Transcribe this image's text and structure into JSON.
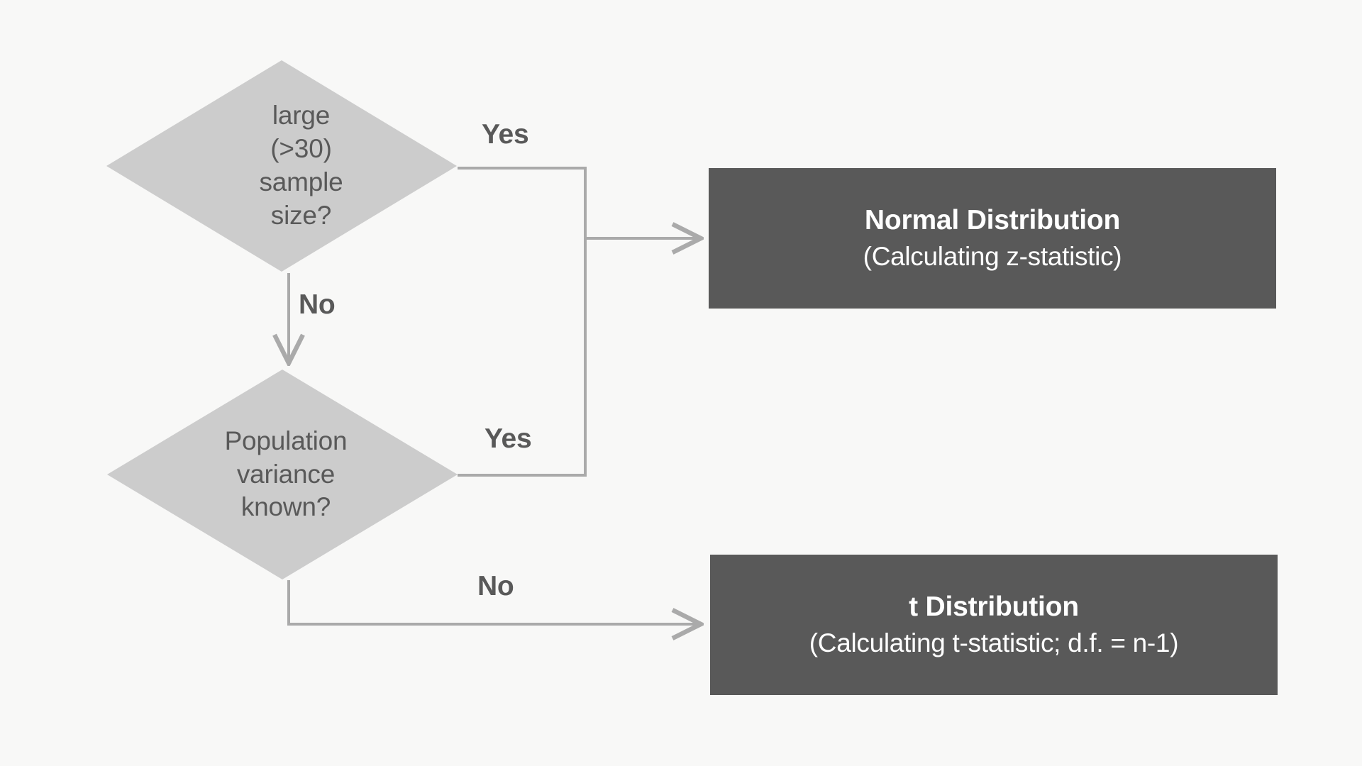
{
  "page": {
    "title": "Choosing a sampling distribution flowchart",
    "background_color": "#f8f8f7"
  },
  "palette": {
    "diamond_fill": "#cccccc",
    "diamond_text": "#595959",
    "box_fill": "#595959",
    "box_text": "#ffffff",
    "connector": "#aaaaaa",
    "label_text": "#595959"
  },
  "nodes": {
    "decision_sample_size": {
      "shape": "diamond",
      "text": "large\n(>30)\nsample\nsize?"
    },
    "decision_variance_known": {
      "shape": "diamond",
      "text": "Population\nvariance\nknown?"
    },
    "result_normal": {
      "shape": "rectangle",
      "title": "Normal Distribution",
      "subtitle": "(Calculating z-statistic)"
    },
    "result_t": {
      "shape": "rectangle",
      "title": "t Distribution",
      "subtitle": "(Calculating t-statistic; d.f. = n-1)"
    }
  },
  "edges": {
    "sample_size_yes": "Yes",
    "sample_size_no": "No",
    "variance_yes": "Yes",
    "variance_no": "No"
  }
}
